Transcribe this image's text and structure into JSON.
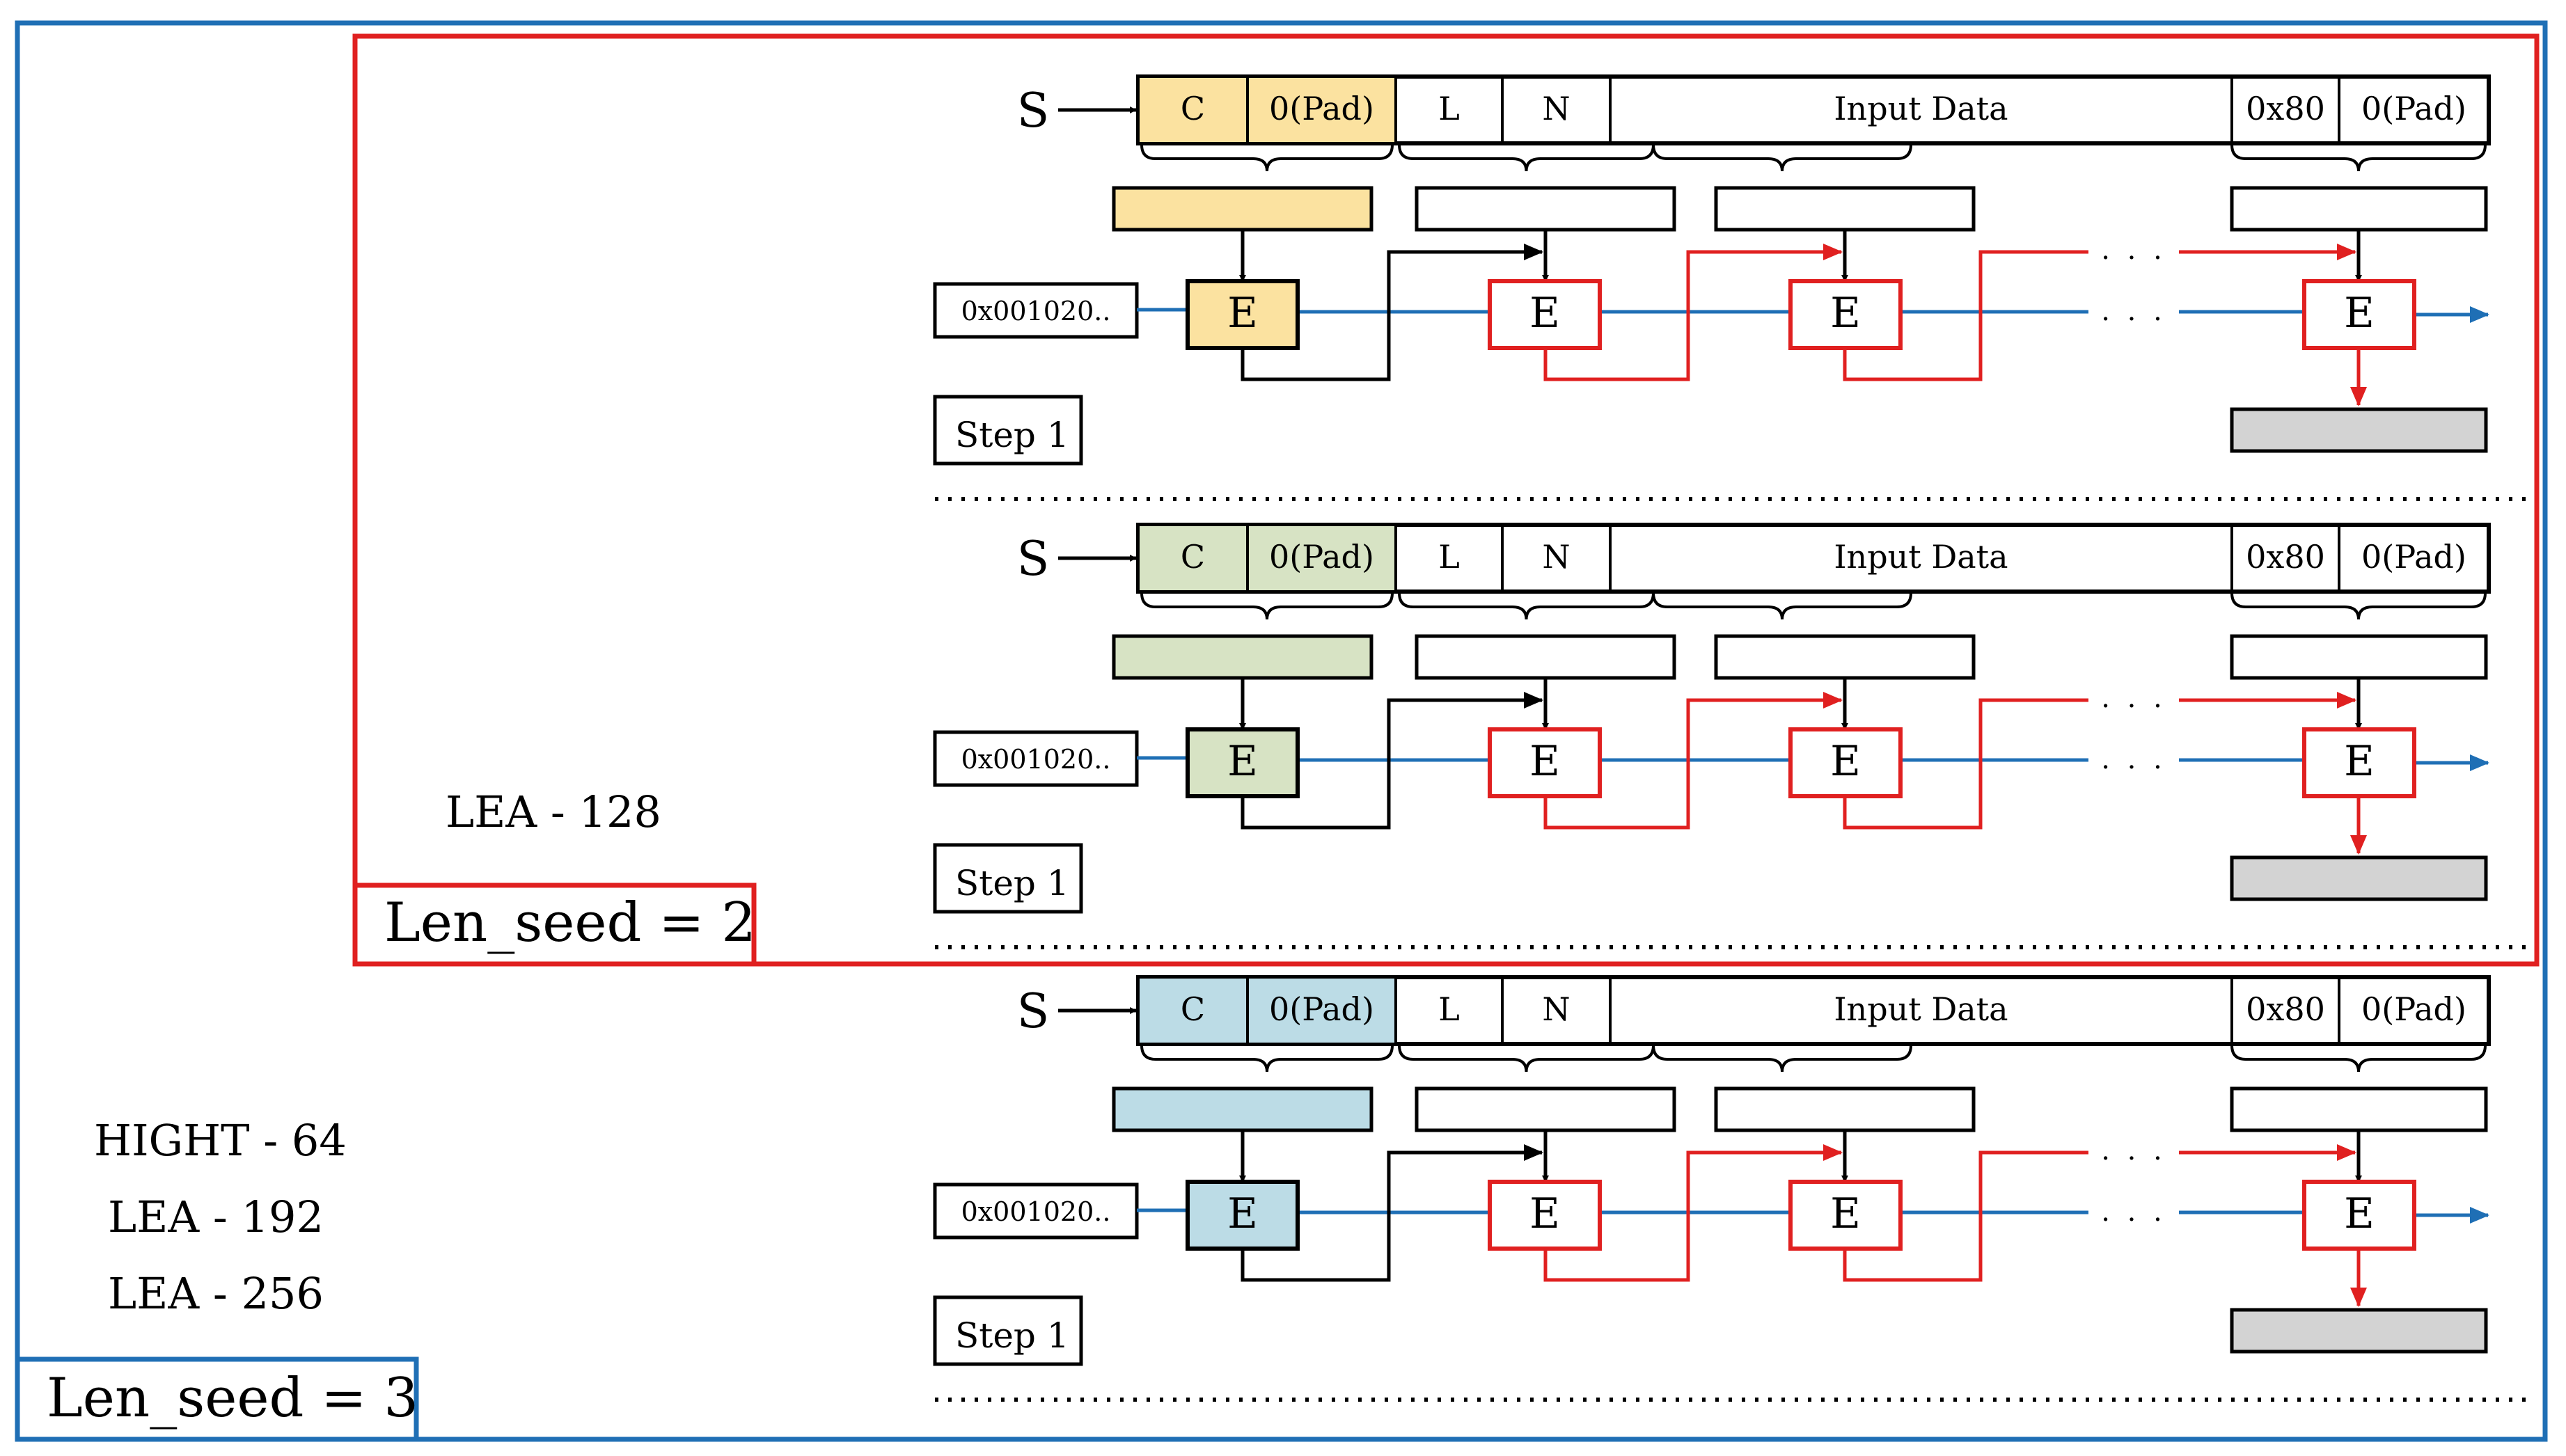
{
  "outer_label": "Len_seed = 3",
  "inner_label": "Len_seed = 2",
  "inner_algorithms": [
    "LEA - 128"
  ],
  "outer_algorithms": [
    "HIGHT - 64",
    "LEA - 192",
    "LEA - 256"
  ],
  "colors": {
    "outer_border": "#1f6fb5",
    "inner_border": "#e02020",
    "cbc_chain": "#1f6fb5",
    "data_path": "#e02020",
    "output_fill": "#d3d3d3"
  },
  "row_template": {
    "input_symbol": "S",
    "fields": [
      "C",
      "0(Pad)",
      "L",
      "N",
      "Input Data",
      "0x80",
      "0(Pad)"
    ],
    "iv": "0x001020..",
    "cipher": "E",
    "step": "Step 1",
    "ellipsis": ". . ."
  },
  "rows": [
    {
      "highlight": "#fbe2a0"
    },
    {
      "highlight": "#d7e3c4"
    },
    {
      "highlight": "#bcdce6"
    }
  ]
}
